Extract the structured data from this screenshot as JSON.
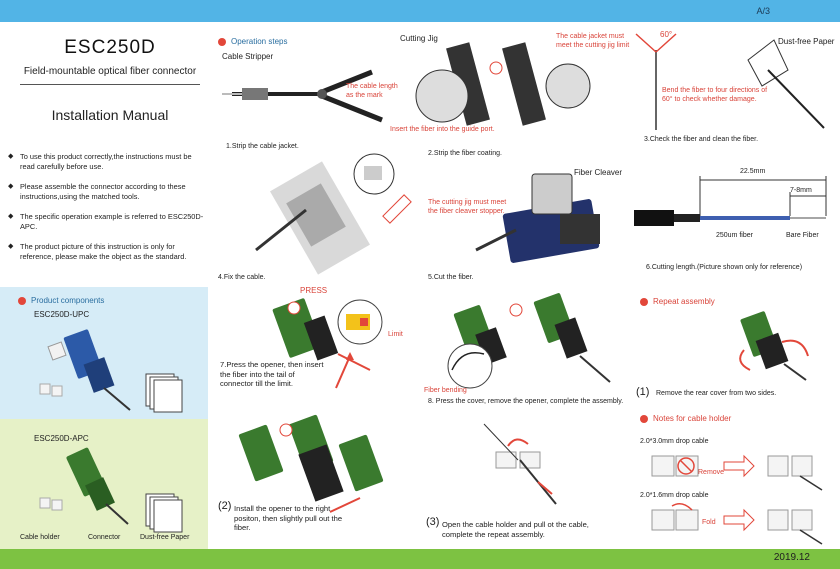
{
  "page": {
    "number": "A/3",
    "date": "2019.12"
  },
  "cover": {
    "title": "ESC250D",
    "subtitle": "Field-mountable optical fiber connector",
    "manual": "Installation Manual",
    "notes": [
      "To use this product correctly,the instructions must be read carefully before use.",
      "Please assemble the connector according to these instructions,using the matched tools.",
      "The specific operation example is referred to ESC250D-APC.",
      "The product picture of this instruction is only for reference, please make the object as the standard."
    ]
  },
  "components": {
    "heading": "Product components",
    "upc": "ESC250D-UPC",
    "apc": "ESC250D-APC",
    "labels": [
      "Cable holder",
      "Connector",
      "Dust-free Paper"
    ]
  },
  "operation": {
    "heading": "Operation steps",
    "cable_stripper": "Cable Stripper",
    "cable_length_note": "The cable length as the mark",
    "cutting_jig": "Cutting Jig",
    "jacket_note": "The cable jacket must meet the cutting jig limit",
    "insert_note": "Insert the fiber into the guide port.",
    "angle": "60°",
    "dustfree": "Dust-free Paper",
    "bend_note": "Bend the fiber to four directions of 60° to check whether damage.",
    "step1": "1.Strip the cable jacket.",
    "step2": "2.Strip the fiber coating.",
    "step3": "3.Check the fiber and clean the fiber.",
    "fiber_cleaver": "Fiber Cleaver",
    "cleaver_note": "The cutting jig must meet the fiber cleaver stopper.",
    "dim_total": "22.5mm",
    "dim_bare": "7-8mm",
    "fiber_250": "250um fiber",
    "bare_fiber": "Bare Fiber",
    "step6": "6.Cutting length.(Picture shown only for reference)",
    "step4": "4.Fix the cable.",
    "step5": "5.Cut the fiber.",
    "press": "PRESS",
    "limit": "Limit",
    "step7": "7.Press the opener, then insert the fiber into the tail of connector till the limit.",
    "fiber_bending": "Fiber bending",
    "step8": "8. Press the cover, remove the opener, complete the assembly.",
    "install_num": "(2)",
    "install_text": "Install the opener to the right positon, then slightly pull out the fiber.",
    "open_num": "(3)",
    "open_text": "Open the cable holder and pull ot the cable, complete the repeat assembly."
  },
  "repeat": {
    "heading": "Repeat assembly",
    "r1_num": "(1)",
    "r1_text": "Remove the rear cover from two sides.",
    "holder_heading": "Notes for cable holder",
    "cable_a": "2.0*3.0mm drop cable",
    "remove": "Remove",
    "cable_b": "2.0*1.6mm drop cable",
    "fold": "Fold"
  },
  "colors": {
    "top_bar": "#52b4e6",
    "bottom_bar": "#7dc242",
    "accent_red": "#e2473a",
    "upc_bg": "#d6ecf7",
    "apc_bg": "#e6f1c7",
    "connector_green": "#3a7a2e"
  }
}
